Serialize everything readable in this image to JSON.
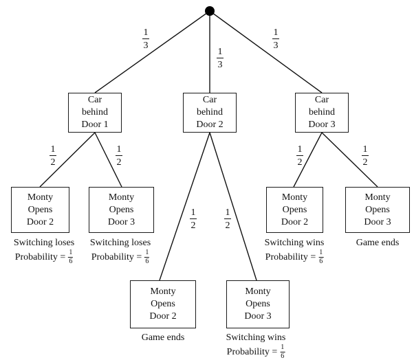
{
  "root": {},
  "level1": [
    {
      "lines": [
        "Car",
        "behind",
        "Door 1"
      ],
      "prob": {
        "num": "1",
        "den": "3"
      }
    },
    {
      "lines": [
        "Car",
        "behind",
        "Door 2"
      ],
      "prob": {
        "num": "1",
        "den": "3"
      }
    },
    {
      "lines": [
        "Car",
        "behind",
        "Door 3"
      ],
      "prob": {
        "num": "1",
        "den": "3"
      }
    }
  ],
  "level2": [
    {
      "lines": [
        "Monty",
        "Opens",
        "Door 2"
      ],
      "prob": {
        "num": "1",
        "den": "2"
      },
      "note": {
        "line1": "Switching loses",
        "prob_label": "Probability =",
        "num": "1",
        "den": "6"
      }
    },
    {
      "lines": [
        "Monty",
        "Opens",
        "Door 3"
      ],
      "prob": {
        "num": "1",
        "den": "2"
      },
      "note": {
        "line1": "Switching loses",
        "prob_label": "Probability =",
        "num": "1",
        "den": "6"
      }
    },
    {
      "lines": [
        "Monty",
        "Opens",
        "Door 2"
      ],
      "prob": {
        "num": "1",
        "den": "2"
      },
      "note": {
        "line1": "Game ends",
        "prob_label": "",
        "num": "",
        "den": ""
      }
    },
    {
      "lines": [
        "Monty",
        "Opens",
        "Door 3"
      ],
      "prob": {
        "num": "1",
        "den": "2"
      },
      "note": {
        "line1": "Switching wins",
        "prob_label": "Probability =",
        "num": "1",
        "den": "6"
      }
    },
    {
      "lines": [
        "Monty",
        "Opens",
        "Door 2"
      ],
      "prob": {
        "num": "1",
        "den": "2"
      },
      "note": {
        "line1": "Switching wins",
        "prob_label": "Probability =",
        "num": "1",
        "den": "6"
      }
    },
    {
      "lines": [
        "Monty",
        "Opens",
        "Door 3"
      ],
      "prob": {
        "num": "1",
        "den": "2"
      },
      "note": {
        "line1": "Game ends",
        "prob_label": "",
        "num": "",
        "den": ""
      }
    }
  ]
}
